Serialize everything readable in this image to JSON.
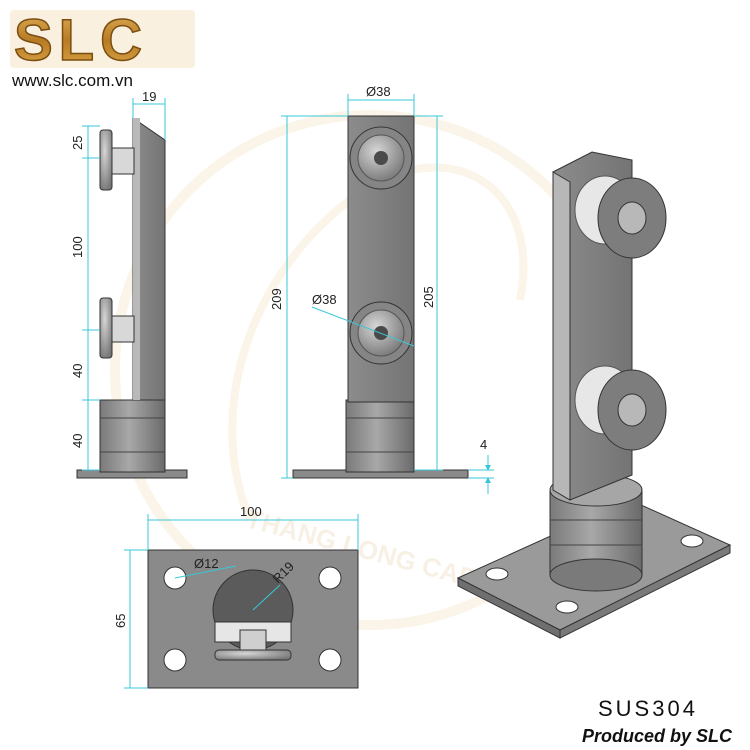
{
  "brand": {
    "logo_text": "SLC",
    "website": "www.slc.com.vn",
    "watermark_text": "THANG LONG CAPITAL"
  },
  "side_view": {
    "width_label": "19",
    "height_labels": [
      "25",
      "100",
      "40",
      "40"
    ]
  },
  "front_view": {
    "top_diameter_label": "Ø38",
    "roller_diameter_label": "Ø38",
    "total_height_label": "209",
    "post_height_label": "205",
    "plate_thickness_label": "4"
  },
  "base_plate_view": {
    "width_label": "100",
    "height_label": "65",
    "hole_diameter_label": "Ø12",
    "radius_label": "R19"
  },
  "footer": {
    "material": "SUS304",
    "producer": "Produced by SLC"
  },
  "colors": {
    "dimension_line": "#39c7d8",
    "logo_fill": "#c88a2e",
    "steel_dark": "#6e6e6e",
    "steel_light": "#bdbdbd"
  }
}
